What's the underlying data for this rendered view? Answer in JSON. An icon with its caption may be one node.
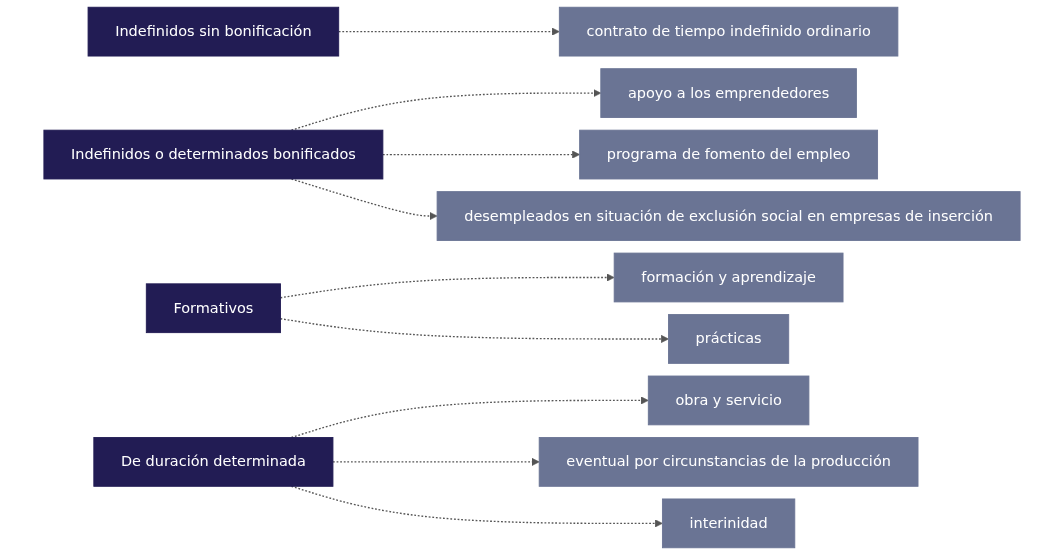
{
  "diagram": {
    "nodes": [
      {
        "text": [
          "Indefinidos sin bonificación"
        ]
      },
      {
        "text": [
          "contrato de tiempo indefinido ordinario"
        ]
      },
      {
        "text": [
          "Indefinidos o determinados bonificados"
        ]
      },
      {
        "text": [
          "apoyo a los emprendedores"
        ]
      },
      {
        "text": [
          "programa de fomento del empleo"
        ]
      },
      {
        "text": [
          "desempleados en situación de exclusión social en empresas de inserción"
        ]
      },
      {
        "text": [
          "Formativos"
        ]
      },
      {
        "text": [
          "formación y aprendizaje"
        ]
      },
      {
        "text": [
          "prácticas"
        ]
      },
      {
        "text": [
          "De duración determinada"
        ]
      },
      {
        "text": [
          "obra y servicio"
        ]
      },
      {
        "text": [
          "eventual por circunstancias de la producción"
        ]
      },
      {
        "text": [
          "interinidad"
        ]
      }
    ],
    "edges": [
      {
        "from": 0,
        "to": 1,
        "arrow": "to",
        "style": "dashed"
      },
      {
        "from": 2,
        "to": 3,
        "arrow": "to",
        "style": "dashed"
      },
      {
        "from": 2,
        "to": 4,
        "arrow": "to",
        "style": "dashed"
      },
      {
        "from": 2,
        "to": 5,
        "arrow": "to",
        "style": "dashed"
      },
      {
        "from": 6,
        "to": 7,
        "arrow": "to",
        "style": "dashed"
      },
      {
        "from": 6,
        "to": 8,
        "arrow": "to",
        "style": "dashed"
      },
      {
        "from": 9,
        "to": 10,
        "arrow": "to",
        "style": "dashed"
      },
      {
        "from": 9,
        "to": 11,
        "arrow": "to",
        "style": "dashed"
      },
      {
        "from": 9,
        "to": 12,
        "arrow": "to",
        "style": "dashed"
      }
    ]
  }
}
